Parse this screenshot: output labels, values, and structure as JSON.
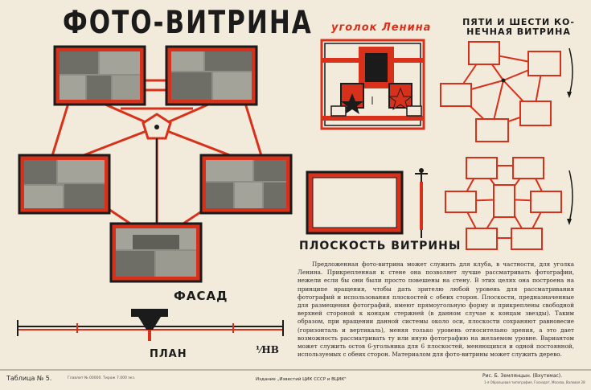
{
  "header": {
    "main_title": "ФОТО-ВИТРИНА",
    "lenin_corner_title": "уголок Ленина",
    "corner_title_line1": "ПЯТИ И ШЕСТИ КО-",
    "corner_title_line2": "НЕЧНАЯ ВИТРИНА"
  },
  "labels": {
    "plane": "ПЛОСКОСТЬ ВИТРИНЫ",
    "facade": "ФАСАД",
    "plan": "ПЛАН"
  },
  "description": "Предложенная фото-витрина может служить для клуба, в частности, для уголка Ленина. Прикрепленная к стене она позволяет лучше рассматривать фотографии, нежели если бы они были просто повешены на стену. В этих целях она построена на принципе вращения, чтобы дать зрителю любой уровень для рассматривания фотографий и использования плоскостей с обеих сторон. Плоскости, предназначенные для размещения фотографий, имеют прямоугольную форму и прикреплены свободной верхней стороной к концам стержней (в данном случае к концам звезды). Таким образом, при вращении данной системы около оси, плоскости сохраняют равновесие (горизонталь и вертикаль), меняя только уровень относительно зрения, а это дает возможность рассматривать ту или иную фотографию на желаемом уровне. Вариантом может служить остов 6-угольника для 6 плоскостей, меняющихся и одной постоянной, используемых с обеих сторон. Материалом для фото-витрины может служить дерево.",
  "footer": {
    "table_number": "Таблица № 5.",
    "imprint_small": "Главлит № 00000. Тираж 7.000 экз.",
    "publisher": "Издание „Известий ЦИК СССР и ВЦИК\"",
    "figure_credit": "Рис. Б. Землянцын. (Вхутемас).",
    "printer_small": "1-я Образцовая типография, Госиздат, Москва, Валовая 28",
    "monogram": "⅟НВ"
  },
  "colors": {
    "paper": "#f2ebdb",
    "red": "#d8311b",
    "black": "#1b1b1b",
    "photo_gray": "#8d8d86"
  }
}
